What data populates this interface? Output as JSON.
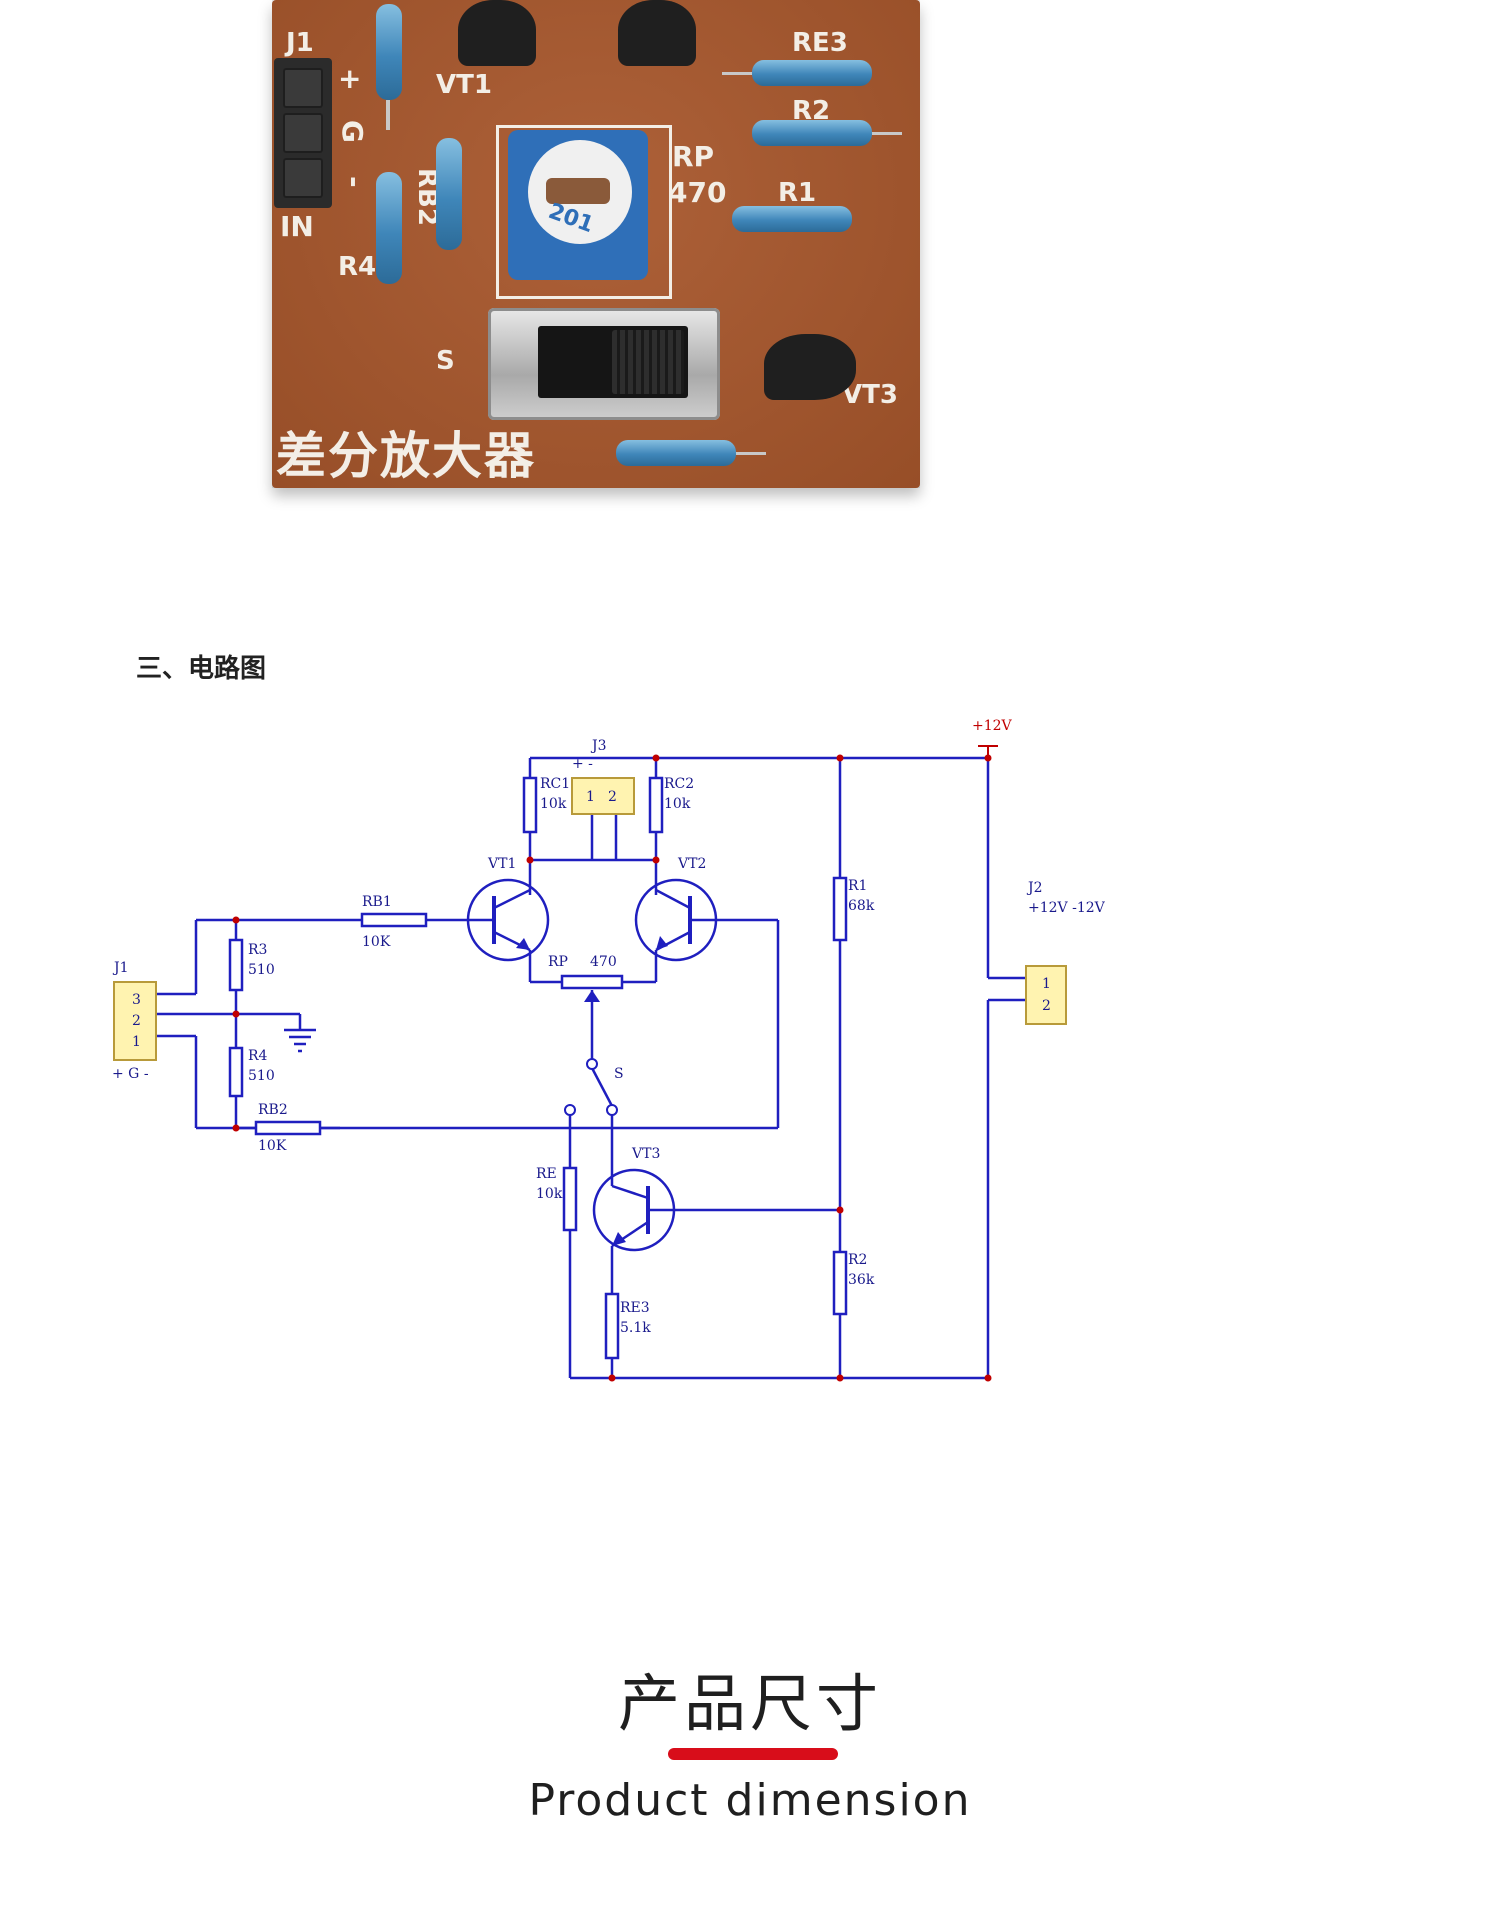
{
  "pcb": {
    "labels": {
      "j1": "J1",
      "plus": "+",
      "g": "G",
      "minus": "-",
      "in": "IN",
      "vt1": "VT1",
      "rb2": "RB2",
      "r4": "R4",
      "rp": "RP",
      "rp_value": "470",
      "r2": "R2",
      "r1": "R1",
      "re3": "RE3",
      "s": "S",
      "vt3": "VT3",
      "pot_marking": "201",
      "title": "差分放大器"
    }
  },
  "section": {
    "title": "三、电路图"
  },
  "schematic": {
    "labels": {
      "v12": "+12V",
      "j3": "J3",
      "j3_pins": "+ -",
      "rc1": "RC1",
      "rc1_val": "10k",
      "rc2": "RC2",
      "rc2_val": "10k",
      "j3_p1": "1",
      "j3_p2": "2",
      "vt1": "VT1",
      "vt2": "VT2",
      "rb1": "RB1",
      "rb1_val": "10K",
      "r3": "R3",
      "r3_val": "510",
      "r4": "R4",
      "r4_val": "510",
      "rb2": "RB2",
      "rb2_val": "10K",
      "rp": "RP",
      "rp_val": "470",
      "s": "S",
      "j1": "J1",
      "j1_p3": "3",
      "j1_p2": "2",
      "j1_p1": "1",
      "j1_pins": "+ G -",
      "re": "RE",
      "re_val": "10k",
      "vt3": "VT3",
      "re3": "RE3",
      "re3_val": "5.1k",
      "r1": "R1",
      "r1_val": "68k",
      "r2": "R2",
      "r2_val": "36k",
      "j2": "J2",
      "j2_pins": "+12V -12V",
      "j2_p1": "1",
      "j2_p2": "2"
    }
  },
  "dimension": {
    "title_cn": "产品尺寸",
    "title_en": "Product dimension",
    "accent_color": "#d80d1a"
  },
  "colors": {
    "wire": "#1f1fbf",
    "node": "#c00000",
    "connector": "#fff3b0",
    "pcb": "#a8572c"
  }
}
